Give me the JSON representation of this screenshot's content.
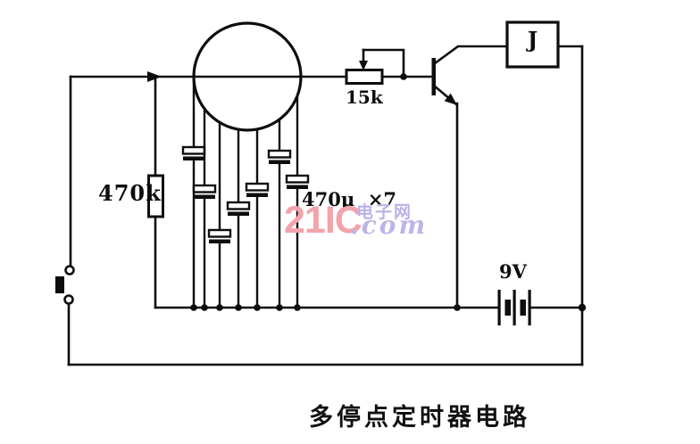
{
  "page": {
    "background": "#ffffff",
    "ink": "#0d0d0d"
  },
  "labels": {
    "resistor": "470k",
    "potentiometer": "15k",
    "capacitors": "470μ  ×7",
    "battery": "9V",
    "relay": "J"
  },
  "caption": "多停点定时器电路",
  "watermark": {
    "brand": "21IC",
    "suffix_cn": "电子网",
    "suffix_domain": ".com",
    "brand_color": "#f2a3ab",
    "suffix_color": "#b9b2e6"
  }
}
